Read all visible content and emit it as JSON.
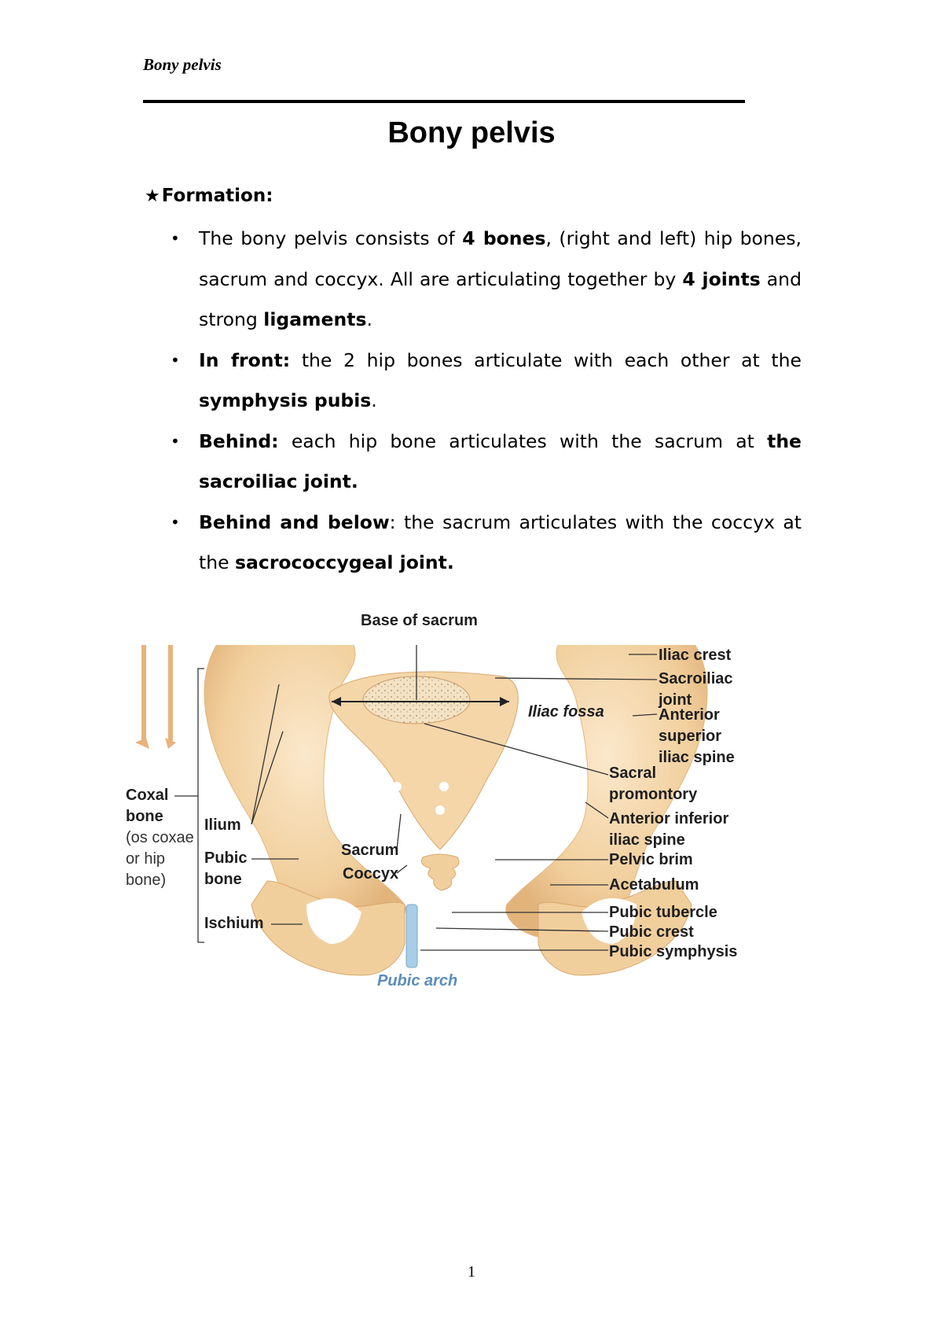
{
  "header": {
    "running_title": "Bony pelvis"
  },
  "title": "Bony pelvis",
  "section": {
    "icon": "star-icon",
    "star": "★",
    "heading": "Formation:"
  },
  "bullets": [
    {
      "parts": [
        {
          "t": "The bony pelvis consists of ",
          "b": false
        },
        {
          "t": "4 bones",
          "b": true
        },
        {
          "t": ", (right and left) hip bones, sacrum and coccyx. All are articulating together by ",
          "b": false
        },
        {
          "t": "4 joints",
          "b": true
        },
        {
          "t": " and strong ",
          "b": false
        },
        {
          "t": "ligaments",
          "b": true
        },
        {
          "t": ".",
          "b": false
        }
      ]
    },
    {
      "parts": [
        {
          "t": "In front:",
          "b": true
        },
        {
          "t": " the 2 hip bones articulate with each other at the ",
          "b": false
        },
        {
          "t": "symphysis pubis",
          "b": true
        },
        {
          "t": ".",
          "b": false
        }
      ]
    },
    {
      "parts": [
        {
          "t": "Behind:",
          "b": true
        },
        {
          "t": " each hip bone articulates with the sacrum at ",
          "b": false
        },
        {
          "t": "the sacroiliac joint.",
          "b": true
        }
      ]
    },
    {
      "parts": [
        {
          "t": "Behind and below",
          "b": true
        },
        {
          "t": ": the sacrum articulates with the coccyx at the ",
          "b": false
        },
        {
          "t": "sacrococcygeal joint.",
          "b": true
        }
      ]
    }
  ],
  "figure": {
    "labels": {
      "base_of_sacrum": "Base of sacrum",
      "iliac_crest": "Iliac crest",
      "sacroiliac_joint": "Sacroiliac\njoint",
      "iliac_fossa": "Iliac fossa",
      "asis": "Anterior\nsuperior\niliac spine",
      "sacral_promontory": "Sacral\npromontory",
      "aiis": "Anterior inferior\niliac spine",
      "pelvic_brim": "Pelvic brim",
      "acetabulum": "Acetabulum",
      "pubic_tubercle": "Pubic tubercle",
      "pubic_crest": "Pubic crest",
      "pubic_symphysis": "Pubic symphysis",
      "pubic_arch": "Pubic arch",
      "coxal_bone": "Coxal\nbone",
      "coxal_bone_alt": "(os coxae\nor hip\nbone)",
      "ilium": "Ilium",
      "pubic_bone": "Pubic\nbone",
      "ischium": "Ischium",
      "sacrum": "Sacrum",
      "coccyx": "Coccyx"
    },
    "colors": {
      "bone": "#f1cf9d",
      "bone_light": "#f8e3c2",
      "bone_shadow": "#d9a870",
      "symphysis": "#a9cde6",
      "locator": "#6f6cd3",
      "label_blue": "#5b8db8"
    }
  },
  "footer": {
    "page_number": "1"
  }
}
